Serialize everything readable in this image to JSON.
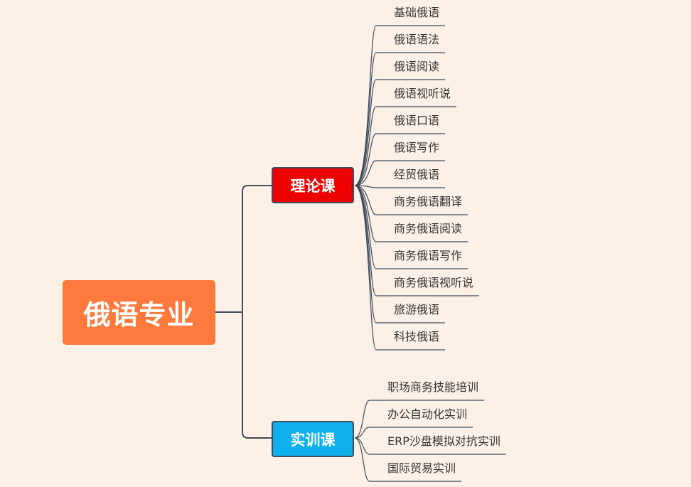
{
  "root": {
    "label": "俄语专业"
  },
  "branches": [
    {
      "label": "理论课",
      "color": "#ee0000",
      "children": [
        "基础俄语",
        "俄语语法",
        "俄语阅读",
        "俄语视听说",
        "俄语口语",
        "俄语写作",
        "经贸俄语",
        "商务俄语翻译",
        "商务俄语阅读",
        "商务俄语写作",
        "商务俄语视听说",
        "旅游俄语",
        "科技俄语"
      ]
    },
    {
      "label": "实训课",
      "color": "#0db0ea",
      "children": [
        "职场商务技能培训",
        "办公自动化实训",
        "ERP沙盘模拟对抗实训",
        "国际贸易实训"
      ]
    }
  ],
  "colors": {
    "background": "#fdf0e6",
    "root": "#fd7a3c",
    "line": "#3d4b5c"
  }
}
